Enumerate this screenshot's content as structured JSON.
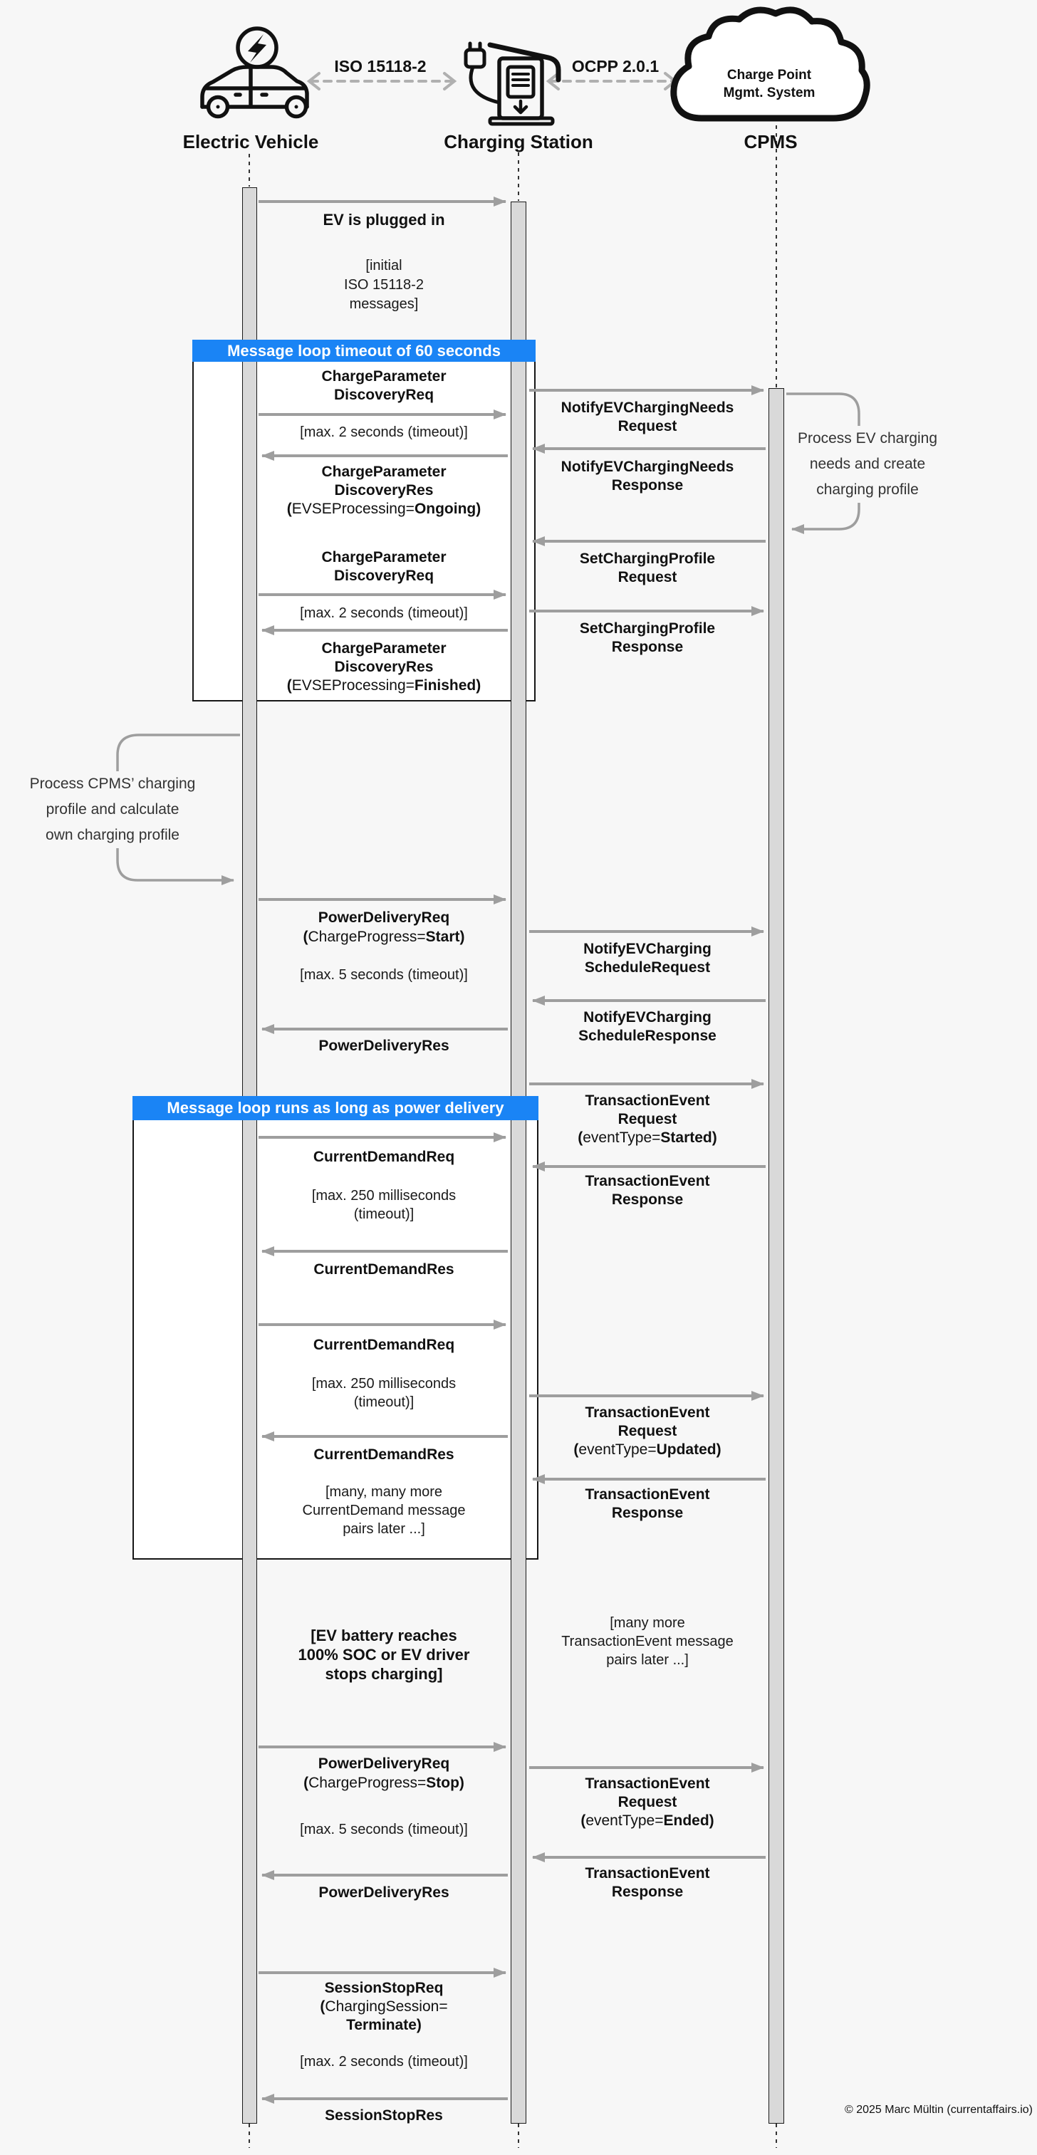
{
  "header": {
    "actors": [
      {
        "label": "Electric Vehicle"
      },
      {
        "label": "Charging Station"
      },
      {
        "label": "CPMS"
      }
    ],
    "protocols": {
      "left": "ISO 15118-2",
      "right": "OCPP 2.0.1"
    },
    "cloud_label": "Charge Point\nMgmt. System"
  },
  "colors": {
    "background": "#f7f7f7",
    "loop_header_blue": "#1a84f5",
    "arrow_gray": "#9e9e9e",
    "activation_bar_fill": "#d9d9d9",
    "frame_background": "#ffffff"
  },
  "fragments": {
    "loop1_title": "Message loop timeout of 60 seconds",
    "loop2_title": "Message loop runs as long as power delivery"
  },
  "ev_cs": {
    "plugged_in": "EV is plugged in",
    "initial_note": "[initial\nISO 15118-2\nmessages]",
    "cpd_req": "ChargeParameter\nDiscoveryReq",
    "cpd_res": "ChargeParameter\nDiscoveryRes",
    "paren_open": "(",
    "evse_param": "EVSEProcessing=",
    "evse_ongoing": "Ongoing)",
    "evse_finished": "Finished)",
    "timeout_2s": "[max. 2 seconds (timeout)]",
    "timeout_5s": "[max. 5 seconds (timeout)]",
    "timeout_250ms": "[max. 250 milliseconds\n(timeout)]",
    "pd_req": "PowerDeliveryReq",
    "cp_param": "ChargeProgress=",
    "cp_start": "Start)",
    "cp_stop": "Stop)",
    "pd_res": "PowerDeliveryRes",
    "cd_req": "CurrentDemandReq",
    "cd_res": "CurrentDemandRes",
    "many_cd_note": "[many, many more\nCurrentDemand message\npairs later ...]",
    "battery_note": "[EV battery reaches\n100% SOC or EV driver\nstops charging]",
    "ss_req": "SessionStopReq",
    "cs_param": "ChargingSession=",
    "cs_terminate": "Terminate)",
    "ss_res": "SessionStopRes"
  },
  "cs_cpms": {
    "notify_needs_req": "NotifyEVChargingNeeds\nRequest",
    "notify_needs_res": "NotifyEVChargingNeeds\nResponse",
    "set_profile_req": "SetChargingProfile\nRequest",
    "set_profile_res": "SetChargingProfile\nResponse",
    "notify_sched_req": "NotifyEVCharging\nScheduleRequest",
    "notify_sched_res": "NotifyEVCharging\nScheduleResponse",
    "te_req": "TransactionEvent\nRequest",
    "te_res": "TransactionEvent\nResponse",
    "paren_open": "(",
    "event_type_param": "eventType=",
    "started_value": "Started)",
    "updated_value": "Updated)",
    "ended_value": "Ended)",
    "many_te_note": "[many more\nTransactionEvent message\npairs later ...]"
  },
  "annotations": {
    "cpms_process": "Process EV charging\nneeds and create\ncharging profile",
    "ev_process": "Process CPMS’ charging\nprofile and calculate\nown charging profile"
  },
  "footer": {
    "copyright": "© 2025 Marc Mültin (currentaffairs.io)"
  }
}
